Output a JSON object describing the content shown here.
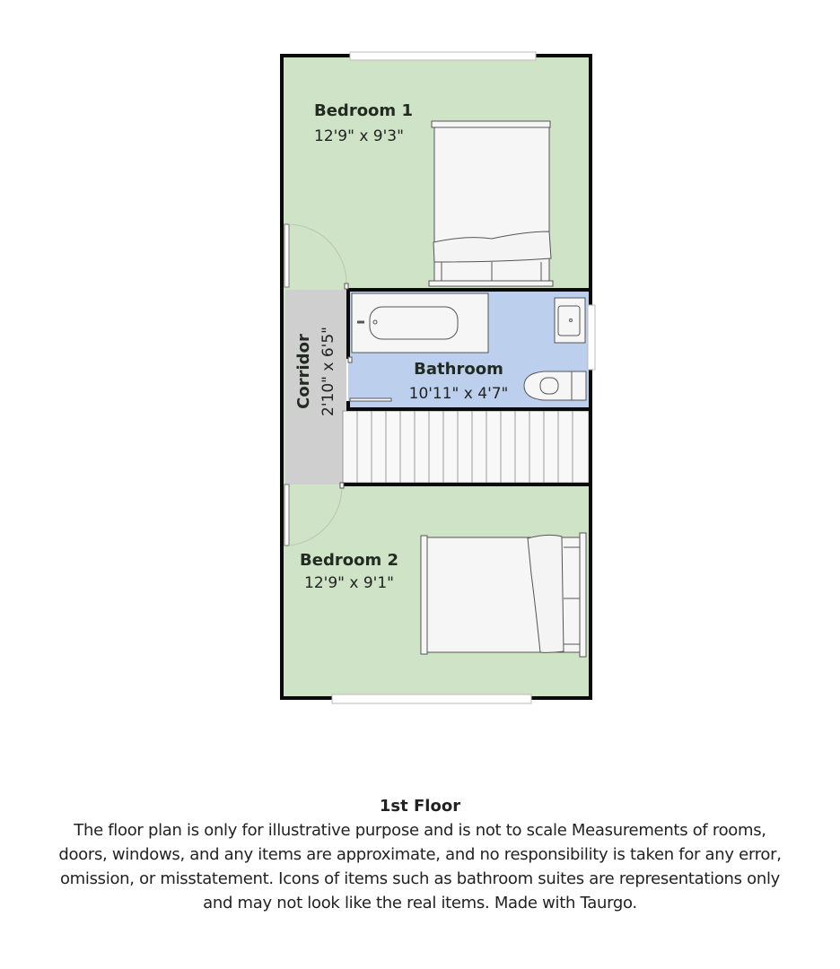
{
  "floor_plan": {
    "floor_label": "1st Floor",
    "disclaimer": "The floor plan is only for illustrative purpose and is not to scale Measurements of rooms, doors, windows, and any items are approximate, and no responsibility is taken for any error, omission, or misstatement. Icons of items such as bathroom suites are representations only and may not look like the real items. Made with Taurgo.",
    "colors": {
      "bedroom_fill": "#cfe3c6",
      "bathroom_fill": "#bcd0ee",
      "corridor_fill": "#cfcfcf",
      "wall": "#0a0a0a",
      "fixture": "#f6f6f6"
    },
    "rooms": [
      {
        "name": "Bedroom 1",
        "dimensions": "12'9\" x 9'3\""
      },
      {
        "name": "Bathroom",
        "dimensions": "10'11\" x 4'7\""
      },
      {
        "name": "Corridor",
        "dimensions": "2'10\" x 6'5\""
      },
      {
        "name": "Bedroom 2",
        "dimensions": "12'9\" x 9'1\""
      }
    ],
    "fixtures": [
      "double-bed",
      "bathtub",
      "sink",
      "toilet",
      "staircase",
      "double-bed"
    ]
  }
}
